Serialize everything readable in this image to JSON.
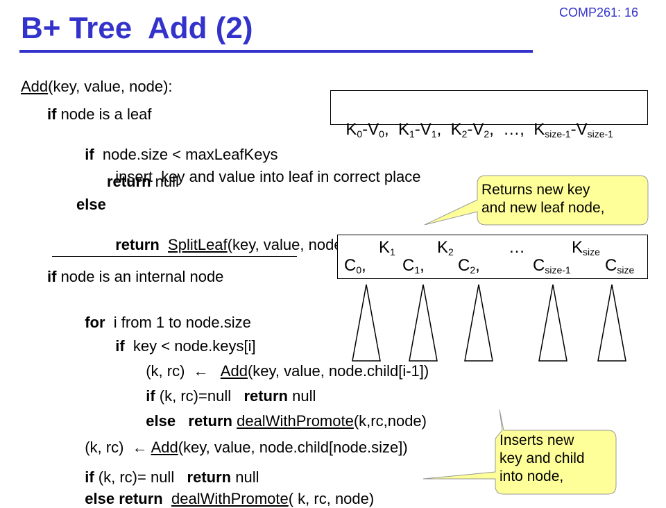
{
  "header": {
    "course_label": "COMP261: 16",
    "title": "B+ Tree  Add (2)"
  },
  "code": {
    "signature_fn": "Add",
    "signature_rest": "(key, value, node):",
    "leaf": {
      "if_kw": "if",
      "if_text": " node is a leaf",
      "if2_kw": "if",
      "if2_text": "  node.size < maxLeafKeys",
      "insert_text": "insert  key and value into leaf in correct place",
      "return_kw": "return",
      "return_text": " null",
      "else_kw": "else",
      "return2_kw": "return",
      "split_fn": "SplitLeaf",
      "split_rest": "(key, value, node)"
    },
    "internal": {
      "if_kw": "if",
      "if_text": " node is an internal node",
      "for_kw": "for",
      "for_text": "  i from 1 to node.size",
      "if_key_kw": "if",
      "if_key_text": "  key < node.keys[i]",
      "assign1_pre": "(k, rc)  ",
      "arrow": "←",
      "add_fn": "Add",
      "assign1_rest": "(key, value, node.child[i-1])",
      "null_check_kw": "if",
      "null_check_text": " (k, rc)=null   ",
      "null_return_kw": "return",
      "null_return_text": " null",
      "else_kw": "else",
      "else_return_kw": "return",
      "deal_fn": "dealWithPromote",
      "deal_args": "(k,rc,node)",
      "assign2_pre": "(k, rc)  ",
      "add2_fn": "Add",
      "assign2_rest": "(key, value, node.child[node.size])",
      "if_null2_kw": "if",
      "if_null2_text": " (k, rc)= null   ",
      "return3_kw": "return",
      "return3_text": " null",
      "else2_kw": "else",
      "return4_kw": "return",
      "deal2_fn": "dealWithPromote",
      "deal2_args": "( k, rc, node)"
    }
  },
  "leaf_box": {
    "k0": "K",
    "k0s": "0",
    "v0": "-V",
    "v0s": "0",
    "sep1": ",  ",
    "k1": "K",
    "k1s": "1",
    "v1": "-V",
    "v1s": "1",
    "sep2": ",  ",
    "k2": "K",
    "k2s": "2",
    "v2": "-V",
    "v2s": "2",
    "sep3": ",  …,  ",
    "kn": "K",
    "kns": "size-1",
    "vn": "-V",
    "vns": "size-1"
  },
  "internal_box": {
    "k1": "K",
    "k1s": "1",
    "k2": "K",
    "k2s": "2",
    "ellipsis": "…",
    "kn": "K",
    "kns": "size",
    "c0": "C",
    "c0s": "0",
    "c0sep": ",",
    "c1": "C",
    "c1s": "1",
    "c1sep": ",",
    "c2": "C",
    "c2s": "2",
    "c2sep": ",",
    "cn1": "C",
    "cn1s": "size-1",
    "cn": "C",
    "cns": "size"
  },
  "callouts": {
    "returns": "Returns new key and new leaf node,",
    "returns_l1": "Returns new key",
    "returns_l2": "and new leaf node,",
    "inserts_l1": "Inserts new",
    "inserts_l2": "key and child",
    "inserts_l3": "into node,"
  },
  "colors": {
    "title": "#3333cc",
    "callout_fill": "#ffff99"
  }
}
